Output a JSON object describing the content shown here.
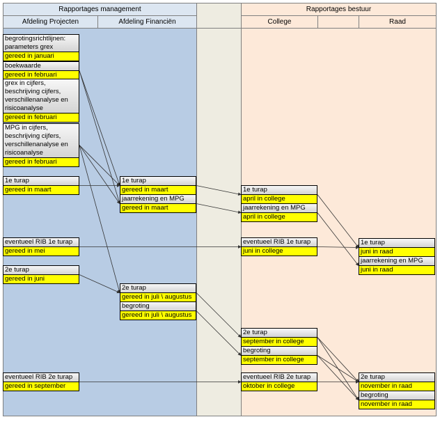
{
  "headers": {
    "management": "Rapportages management",
    "projecten": "Afdeling Projecten",
    "financien": "Afdeling Financiën",
    "bestuur": "Rapportages bestuur",
    "college": "College",
    "raad": "Raad"
  },
  "cards": [
    {
      "id": "p1",
      "title": "begrotingsrichtlijnen:\nparameters grex",
      "status": "gereed in januari"
    },
    {
      "id": "p2",
      "title": "boekwaarde",
      "status": "gereed in februari"
    },
    {
      "id": "p3",
      "title": "grex in cijfers,\nbeschrijving cijfers,\nverschillenanalyse en\nrisicoanalyse",
      "status": "gereed in februari"
    },
    {
      "id": "p4",
      "title": "MPG in cijfers,\nbeschrijving cijfers,\nverschillenanalyse en\nrisicoanalyse",
      "status": "gereed in februari"
    },
    {
      "id": "p5",
      "title": "1e turap",
      "status": "gereed in maart"
    },
    {
      "id": "p6",
      "title": "eventueel RIB 1e turap",
      "status": "gereed in mei"
    },
    {
      "id": "p7",
      "title": "2e turap",
      "status": "gereed in juni"
    },
    {
      "id": "p8",
      "title": "eventueel RIB 2e turap",
      "status": "gereed in september"
    },
    {
      "id": "f1",
      "title": "1e turap",
      "status": "gereed in maart"
    },
    {
      "id": "f2",
      "title": "jaarrekening en MPG",
      "status": "gereed in maart"
    },
    {
      "id": "f3",
      "title": "2e turap",
      "status": "gereed in juli \\ augustus"
    },
    {
      "id": "f4",
      "title": "begroting",
      "status": "gereed in juli \\ augustus"
    },
    {
      "id": "c1",
      "title": "1e turap",
      "status": "april in college"
    },
    {
      "id": "c2",
      "title": "jaarrekening en MPG",
      "status": "april in college"
    },
    {
      "id": "c3",
      "title": "eventueel RIB 1e turap",
      "status": "juni in college"
    },
    {
      "id": "c4",
      "title": "2e turap",
      "status": "september in college"
    },
    {
      "id": "c5",
      "title": "begroting",
      "status": "september in college"
    },
    {
      "id": "c6",
      "title": "eventueel RIB 2e turap",
      "status": "oktober in college"
    },
    {
      "id": "r1",
      "title": "1e turap",
      "status": "juni in raad"
    },
    {
      "id": "r2",
      "title": "jaarrekening en MPG",
      "status": "juni in raad"
    },
    {
      "id": "r3",
      "title": "2e turap",
      "status": "november in raad"
    },
    {
      "id": "r4",
      "title": "begroting",
      "status": "november in raad"
    }
  ],
  "connections": [
    [
      "p2",
      "f1"
    ],
    [
      "p2",
      "f2"
    ],
    [
      "p4",
      "f1"
    ],
    [
      "p4",
      "f2"
    ],
    [
      "p4",
      "f3"
    ],
    [
      "p5",
      "f1"
    ],
    [
      "p7",
      "f3"
    ],
    [
      "f1",
      "c1"
    ],
    [
      "f2",
      "c2"
    ],
    [
      "f3",
      "c4"
    ],
    [
      "f4",
      "c5"
    ],
    [
      "p6",
      "c3"
    ],
    [
      "p8",
      "c6"
    ],
    [
      "c1",
      "r1"
    ],
    [
      "c2",
      "r2"
    ],
    [
      "c3",
      "r1"
    ],
    [
      "c4",
      "r3"
    ],
    [
      "c5",
      "r4"
    ],
    [
      "c6",
      "r3"
    ],
    [
      "c5",
      "r3"
    ],
    [
      "c4",
      "r4"
    ]
  ]
}
